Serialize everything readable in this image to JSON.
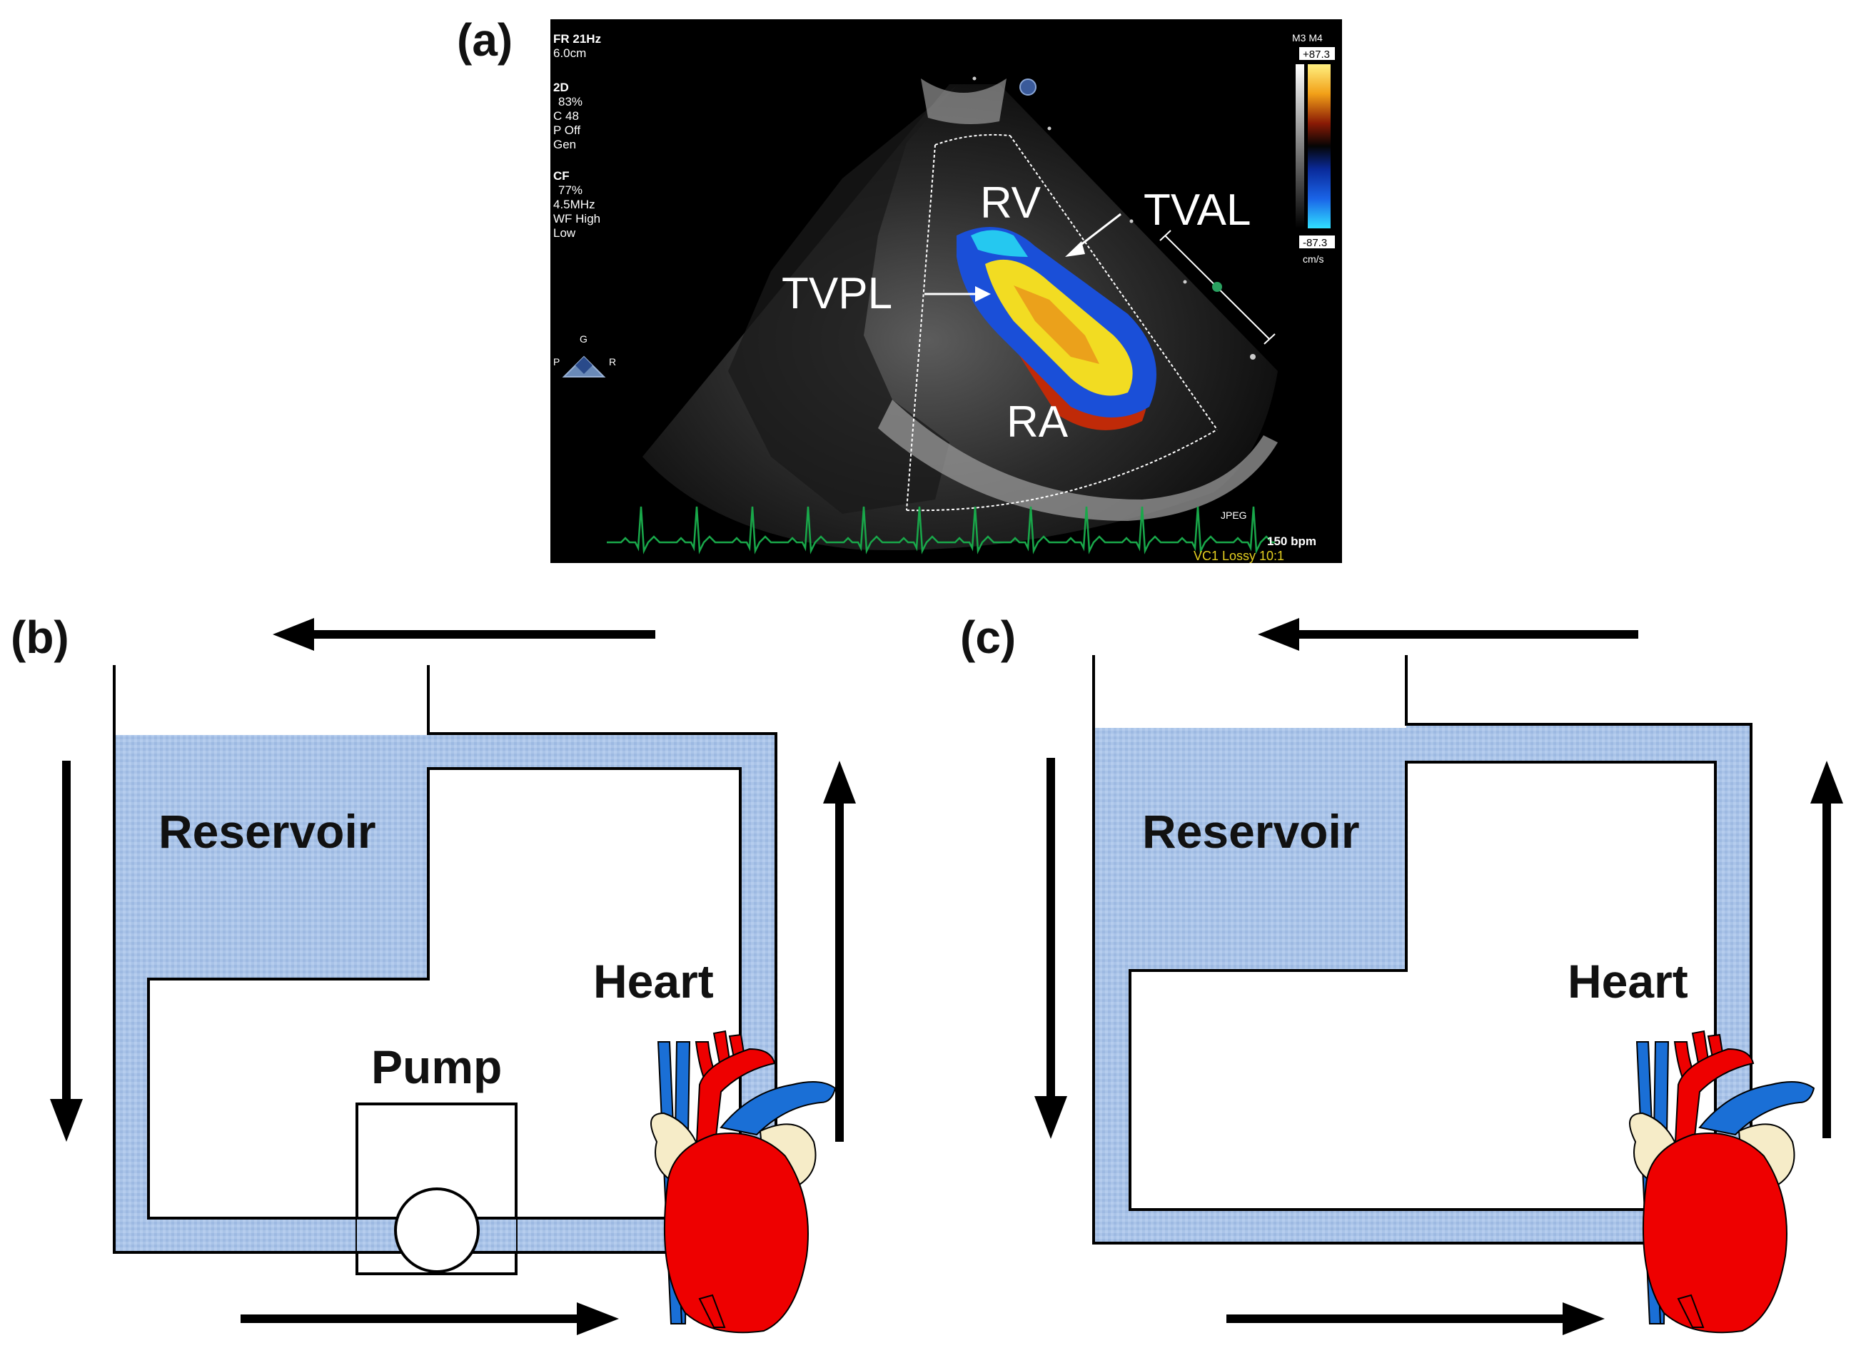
{
  "panels": {
    "a": {
      "letter": "(a)",
      "labels": {
        "rv": "RV",
        "tval": "TVAL",
        "tvpl": "TVPL",
        "ra": "RA"
      },
      "settings": {
        "frame_rate": "FR 21Hz",
        "depth": "6.0cm",
        "mode_2d": "2D",
        "gain_2d": "83%",
        "c": "C 48",
        "p": "P Off",
        "gen": "Gen",
        "mode_cf": "CF",
        "gain_cf": "77%",
        "freq": "4.5MHz",
        "wf": "WF High",
        "low": "Low"
      },
      "scale": {
        "header": "M3 M4",
        "top": "+87.3",
        "bottom": "-87.3",
        "unit": "cm/s"
      },
      "footer": {
        "jpeg": "JPEG",
        "bpm": "150 bpm",
        "lossy": "VC1 Lossy 10:1"
      },
      "orientation": {
        "top": "G",
        "left": "P",
        "right": "R"
      }
    },
    "b": {
      "letter": "(b)",
      "reservoir": "Reservoir",
      "heart": "Heart",
      "pump": "Pump"
    },
    "c": {
      "letter": "(c)",
      "reservoir": "Reservoir",
      "heart": "Heart"
    }
  },
  "colors": {
    "fluid": "#aac4e8",
    "heart_red": "#ee0000",
    "vessel_blue": "#1a6fd6",
    "atrium_cream": "#f6ecc8",
    "ecg_green": "#19a84a",
    "doppler_red": "#c02a08",
    "doppler_yellow": "#f2dc22",
    "doppler_blue": "#1a4fd8",
    "doppler_cyan": "#25c8f0"
  }
}
